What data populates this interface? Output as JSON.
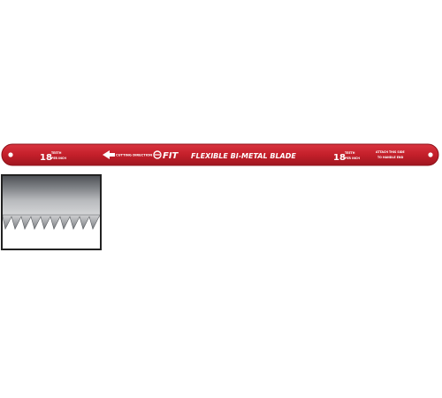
{
  "colors": {
    "blade": "#c41f2a",
    "blade_edge": "#8e1119",
    "text": "#ffffff",
    "steel_dark": "#5c5f63",
    "steel_light": "#c7c9cc"
  },
  "blade": {
    "tpi_left_number": "18",
    "tpi_left_unit_1": "TEETH",
    "tpi_left_unit_2": "PER INCH",
    "direction_label": "CUTTING DIRECTION",
    "brand": "FIT",
    "product_name": "FLEXIBLE BI-METAL BLADE",
    "tpi_right_number": "18",
    "tpi_right_unit_1": "TEETH",
    "tpi_right_unit_2": "PER INCH",
    "note_line_1": "ATTACH THIS SIDE",
    "note_line_2": "TO HANDLE END",
    "left_hole_icon": "mounting-hole-icon",
    "right_hole_icon": "mounting-hole-icon",
    "arrow_icon": "arrow-left-icon",
    "logo_icon": "fit-logo-icon"
  },
  "inset": {
    "image": "teeth-closeup"
  }
}
